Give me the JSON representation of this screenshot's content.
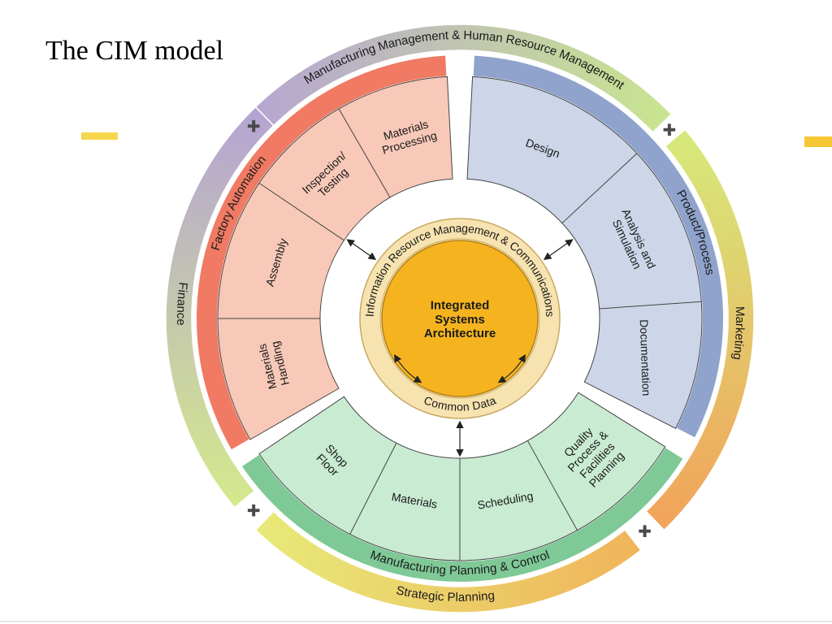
{
  "slide": {
    "title": "The CIM model"
  },
  "diagram": {
    "outer_ring": [
      {
        "id": "mfg-hr",
        "label": "Manufacturing Management & Human Resource Management",
        "color_a": "#b7a6d1",
        "color_b": "#c9e58f"
      },
      {
        "id": "marketing",
        "label": "Marketing",
        "color_a": "#d6ea7a",
        "color_b": "#f2a25a"
      },
      {
        "id": "strategic",
        "label": "Strategic Planning",
        "color_a": "#f0b45a",
        "color_b": "#e7ea78"
      },
      {
        "id": "finance",
        "label": "Finance",
        "color_a": "#d4e98c",
        "color_b": "#b4a3d3"
      }
    ],
    "quadrants": {
      "factory": {
        "title": "Factory Automation",
        "band_color": "#f07a63",
        "fill_color": "#f8c9b8",
        "cells": [
          {
            "lines": [
              "Materials",
              "Processing"
            ]
          },
          {
            "lines": [
              "Inspection/",
              "Testing"
            ]
          },
          {
            "lines": [
              "Assembly"
            ]
          },
          {
            "lines": [
              "Materials",
              "Handling"
            ]
          }
        ]
      },
      "product": {
        "title": "Product/Process",
        "band_color": "#8fa3cc",
        "fill_color": "#cdd6e8",
        "cells": [
          {
            "lines": [
              "Design"
            ]
          },
          {
            "lines": [
              "Analysis and",
              "Simulation"
            ]
          },
          {
            "lines": [
              "Documentation"
            ]
          }
        ]
      },
      "planning": {
        "title": "Manufacturing Planning & Control",
        "band_color": "#7fc997",
        "fill_color": "#c9ebd2",
        "cells": [
          {
            "lines": [
              "Quality",
              "Process &",
              "Facilities",
              "Planning"
            ]
          },
          {
            "lines": [
              "Scheduling"
            ]
          },
          {
            "lines": [
              "Materials"
            ]
          },
          {
            "lines": [
              "Shop",
              "Floor"
            ]
          }
        ]
      }
    },
    "inner_ring": {
      "top_label": "Information Resource Management & Communications",
      "bottom_label": "Common Data",
      "color": "#f7e3b0"
    },
    "core": {
      "lines": [
        "Integrated",
        "Systems",
        "Architecture"
      ],
      "color": "#f5b41f"
    },
    "separator_symbol": "✚"
  }
}
